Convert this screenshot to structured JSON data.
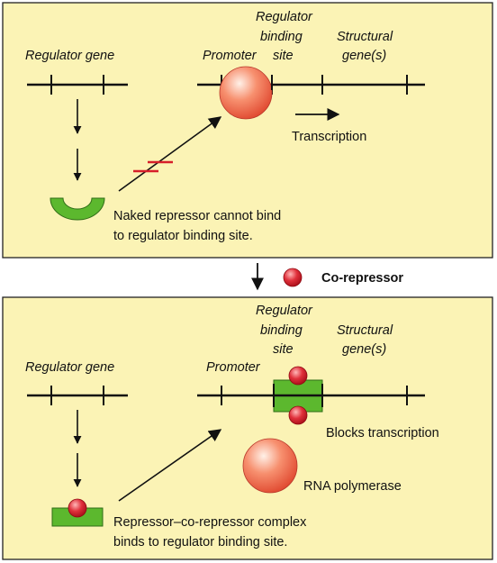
{
  "top_panel": {
    "regulator_gene": "Regulator gene",
    "promoter": "Promoter",
    "binding_site_line1": "Regulator",
    "binding_site_line2": "binding",
    "binding_site_line3": "site",
    "structural_line1": "Structural",
    "structural_line2": "gene(s)",
    "transcription": "Transcription",
    "naked_line1": "Naked repressor cannot bind",
    "naked_line2": "to regulator binding site."
  },
  "middle": {
    "corepressor": "Co-repressor"
  },
  "bottom_panel": {
    "regulator_gene": "Regulator gene",
    "promoter": "Promoter",
    "binding_site_line1": "Regulator",
    "binding_site_line2": "binding",
    "binding_site_line3": "site",
    "structural_line1": "Structural",
    "structural_line2": "gene(s)",
    "blocks": "Blocks transcription",
    "rna_polymerase": "RNA polymerase",
    "complex_line1": "Repressor–co-repressor complex",
    "complex_line2": "binds to regulator binding site."
  },
  "colors": {
    "panel_fill": "#fbf3b5",
    "repressor_green": "#5cb82e",
    "corepressor_red": "#d61f2a",
    "polymerase_orange": "#f2795a"
  }
}
